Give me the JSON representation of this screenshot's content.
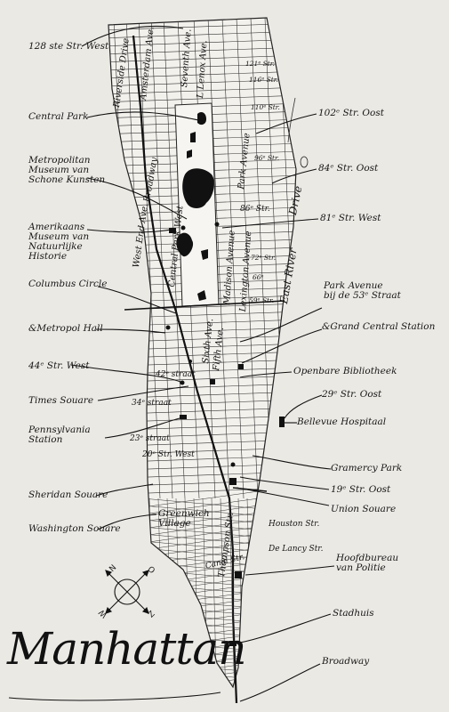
{
  "title": "Manhattan",
  "labels_left": {
    "st128": "128 ste Str. West",
    "central_park": "Central Park",
    "met_museum": "Metropolitan\nMuseum van\nSchone Kunsten",
    "amnh": "Amerikaans\nMuseum van\nNatuurlijke\nHistorie",
    "columbus_circle": "Columbus Circle",
    "metropol_hall": "&Metropol Hall",
    "st44": "44ᵉ Str. West",
    "times_square": "Times Souare",
    "penn_station": "Pennsylvania\nStation",
    "sheridan_square": "Sheridan Souare",
    "washington_square": "Washington Souare"
  },
  "labels_right": {
    "st102": "102ᵉ Str. Oost",
    "st84": "84ᵉ Str. Oost",
    "st81": "81ᵉ Str. West",
    "park_ave_53": "Park Avenue\nbij de 53ᵉ Straat",
    "grand_central": "&Grand Central Station",
    "library": "Openbare Bibliotheek",
    "st29": "29ᵉ Str. Oost",
    "bellevue": "Bellevue Hospitaal",
    "gramercy": "Gramercy Park",
    "st19": "19ᵉ Str. Oost",
    "union_square": "Union Souare",
    "police": "Hoofdbureau\nvan Politie",
    "city_hall": "Stadhuis",
    "broadway": "Broadway"
  },
  "streets": {
    "s121": "121ᵉ Str.",
    "s116": "116ᵉ Str.",
    "s110": "110ᵉ Str.",
    "s96": "96ᵉ Str.",
    "s86": "86ᵉ Str.",
    "s72": "72ᵉ Str.",
    "s66": "66ᵉ",
    "s59": "59ᵉ Str.",
    "s42": "42ᵉ straat",
    "s34": "34ᵉ straat",
    "s23": "23ᵉ straat",
    "s20": "20ᵉ Str. West",
    "houston": "Houston Str.",
    "delancy": "De Lancy Str.",
    "canal": "Canal Str.",
    "greenwich": "Greenwich\nVillage"
  },
  "avenues": {
    "riverside": "Riverside Drive",
    "amsterdam": "Amsterdam Ave.",
    "seventh": "Seventh Ave.",
    "lenox": "L Lenox Ave.",
    "west_end": "West End Ave.",
    "broadway": "Broadway",
    "cpw": "Central Park West",
    "park": "Park Avenue",
    "madison": "Madison Avenue",
    "lexington": "Lexington Avenue",
    "east_river": "East River",
    "drive": "Drive",
    "sixth": "Sixth Ave.",
    "fifth": "Fifth Ave.",
    "thompson": "Thompson Str."
  },
  "compass": {
    "n": "N",
    "o": "O",
    "z": "Z",
    "w": "W"
  }
}
